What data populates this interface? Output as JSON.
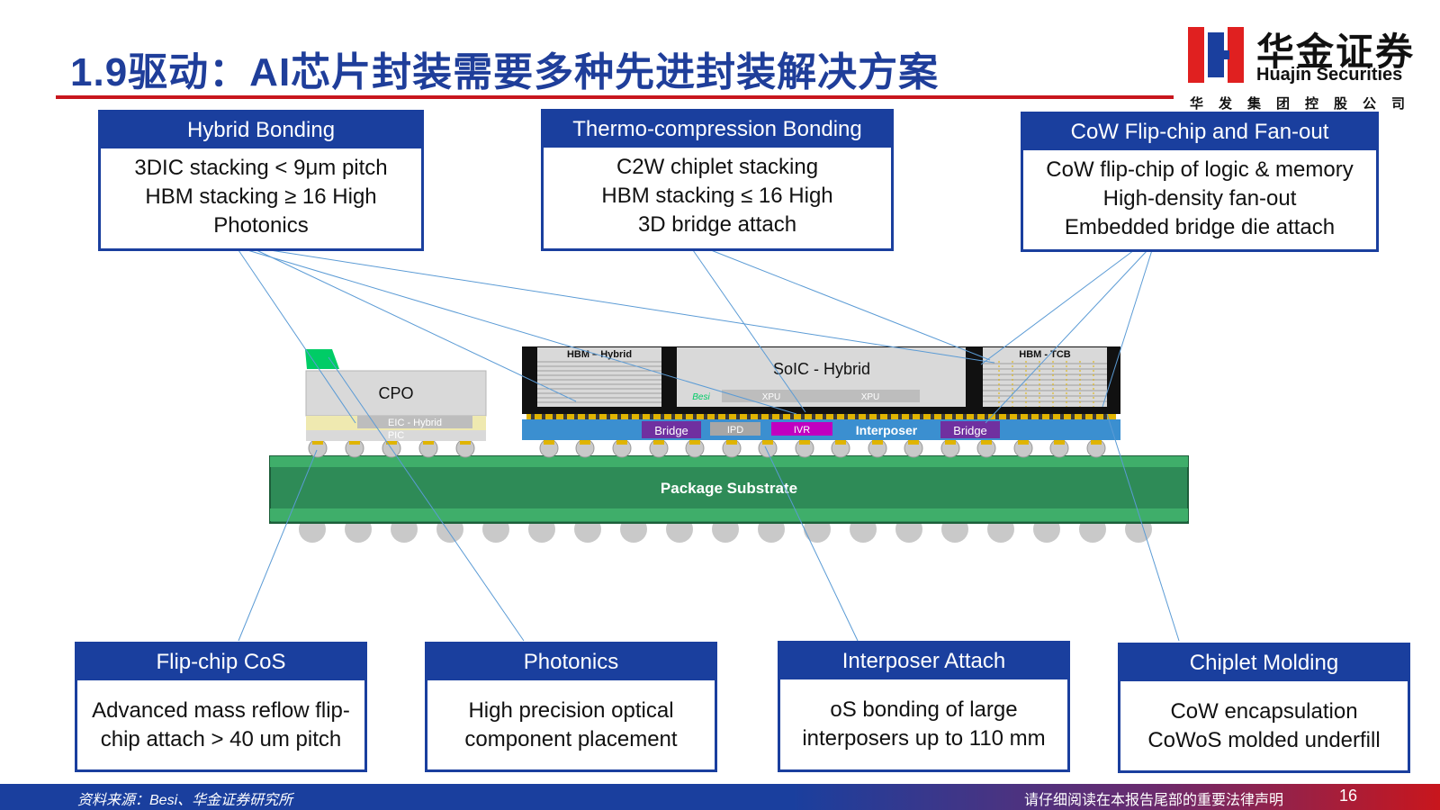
{
  "header": {
    "title": "1.9驱动：AI芯片封装需要多种先进封装解决方案",
    "logo_cn": "华金证券",
    "logo_en": "Huajin Securities",
    "logo_sub": "华发集团控股公司"
  },
  "boxes_top": [
    {
      "title": "Hybrid Bonding",
      "lines": [
        "3DIC stacking < 9μm pitch",
        "HBM stacking ≥ 16 High",
        "Photonics"
      ]
    },
    {
      "title": "Thermo-compression Bonding",
      "lines": [
        "C2W chiplet stacking",
        "HBM stacking ≤ 16 High",
        "3D bridge attach"
      ]
    },
    {
      "title": "CoW Flip-chip and Fan-out",
      "lines": [
        "CoW flip-chip of logic & memory",
        "High-density fan-out",
        "Embedded bridge die attach"
      ]
    }
  ],
  "boxes_bottom": [
    {
      "title": "Flip-chip CoS",
      "lines": [
        "Advanced mass reflow flip-",
        "chip attach > 40 um pitch"
      ]
    },
    {
      "title": "Photonics",
      "lines": [
        "High precision optical",
        "component placement"
      ]
    },
    {
      "title": "Interposer Attach",
      "lines": [
        "oS bonding of large",
        "interposers up to 110 mm"
      ]
    },
    {
      "title": "Chiplet Molding",
      "lines": [
        "CoW encapsulation",
        "CoWoS molded underfill"
      ]
    }
  ],
  "diagram": {
    "cpo": "CPO",
    "eic": "EIC - Hybrid",
    "pic": "PIC",
    "hbm_hybrid": "HBM – Hybrid",
    "soic": "SoIC - Hybrid",
    "besi": "Besi",
    "xpu": "XPU",
    "hbm_tcb": "HBM - TCB",
    "bridge": "Bridge",
    "ipd": "IPD",
    "ivr": "IVR",
    "interposer": "Interposer",
    "substrate": "Package Substrate"
  },
  "colors": {
    "brand_blue": "#1a3f9e",
    "brand_red": "#c8161d",
    "substrate_green": "#2e8b57",
    "interposer_blue": "#3b8fd0",
    "bridge_purple": "#7030a0",
    "ivr_magenta": "#c000c0"
  },
  "footer": {
    "source": "资料来源：Besi、华金证券研究所",
    "disclaimer": "请仔细阅读在本报告尾部的重要法律声明",
    "page": "16"
  }
}
